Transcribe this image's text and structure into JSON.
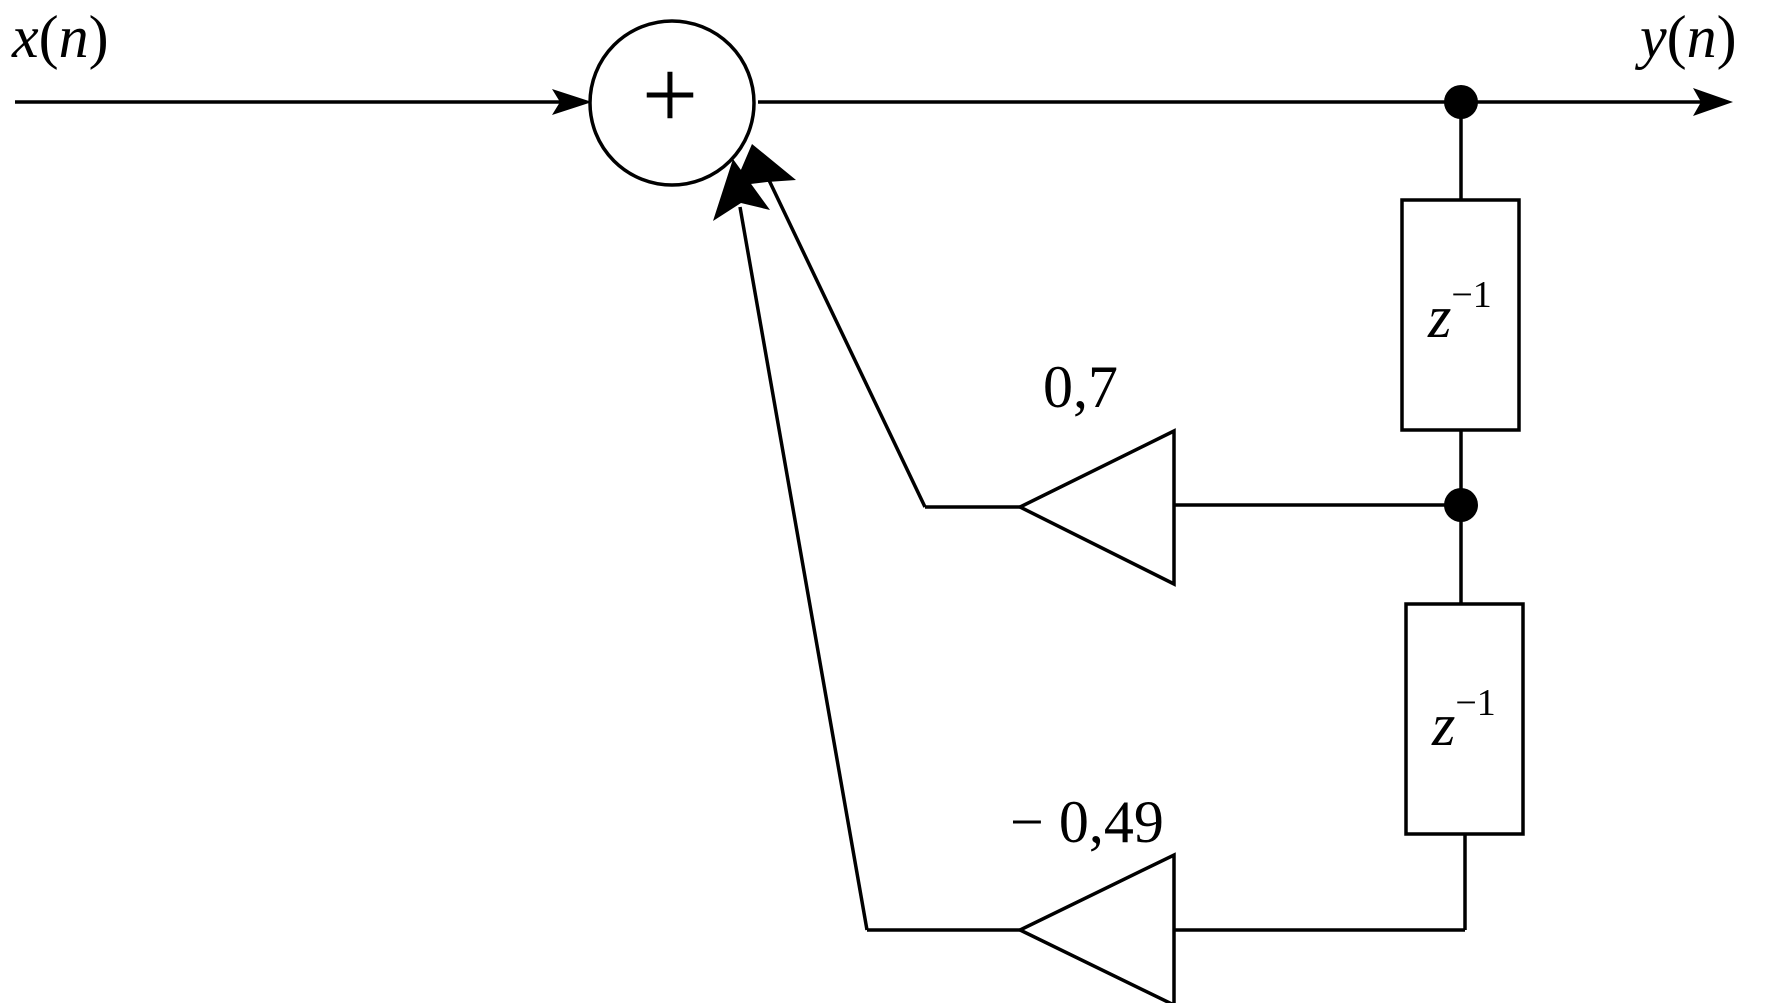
{
  "diagram": {
    "input": {
      "var": "x",
      "arg": "n"
    },
    "output": {
      "var": "y",
      "arg": "n"
    },
    "adder": {
      "symbol": "+"
    },
    "delays": [
      {
        "base": "z",
        "exponent": "−1"
      },
      {
        "base": "z",
        "exponent": "−1"
      }
    ],
    "gains": [
      {
        "value": "0,7"
      },
      {
        "value": "− 0,49"
      }
    ]
  }
}
